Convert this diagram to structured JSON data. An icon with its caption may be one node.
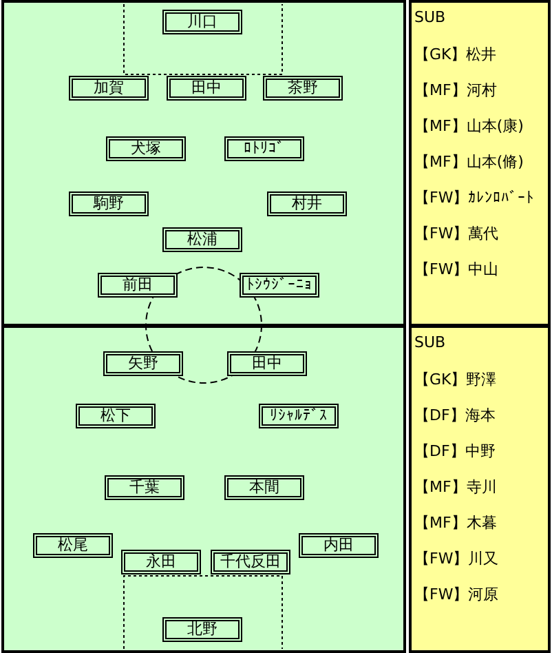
{
  "diagram": {
    "nodes": [
      {
        "text": [
          "川口"
        ]
      },
      {
        "text": [
          "加賀"
        ]
      },
      {
        "text": [
          "田中"
        ]
      },
      {
        "text": [
          "茶野"
        ]
      },
      {
        "text": [
          "犬塚"
        ]
      },
      {
        "text": [
          "ﾛﾄﾘｺﾞ"
        ]
      },
      {
        "text": [
          "駒野"
        ]
      },
      {
        "text": [
          "村井"
        ]
      },
      {
        "text": [
          "松浦"
        ]
      },
      {
        "text": [
          "前田"
        ]
      },
      {
        "text": [
          "ﾄｼｳｼﾞｰﾆｮ"
        ]
      },
      {
        "text": [
          "SUB",
          "【GK】松井",
          "【MF】河村",
          "【MF】山本(康)",
          "【MF】山本(脩)",
          "【FW】ｶﾚﾝﾛﾊﾞｰﾄ",
          "【FW】萬代",
          "【FW】中山"
        ]
      },
      {
        "text": [
          "矢野"
        ]
      },
      {
        "text": [
          "田中"
        ]
      },
      {
        "text": [
          "松下"
        ]
      },
      {
        "text": [
          "ﾘｼｬﾙﾃﾞｽ"
        ]
      },
      {
        "text": [
          "千葉"
        ]
      },
      {
        "text": [
          "本間"
        ]
      },
      {
        "text": [
          "松尾"
        ]
      },
      {
        "text": [
          "永田"
        ]
      },
      {
        "text": [
          "千代反田"
        ]
      },
      {
        "text": [
          "内田"
        ]
      },
      {
        "text": [
          "北野"
        ]
      },
      {
        "text": [
          "SUB",
          "【GK】野澤",
          "【DF】海本",
          "【DF】中野",
          "【MF】寺川",
          "【MF】木暮",
          "【FW】川又",
          "【FW】河原"
        ]
      }
    ]
  }
}
